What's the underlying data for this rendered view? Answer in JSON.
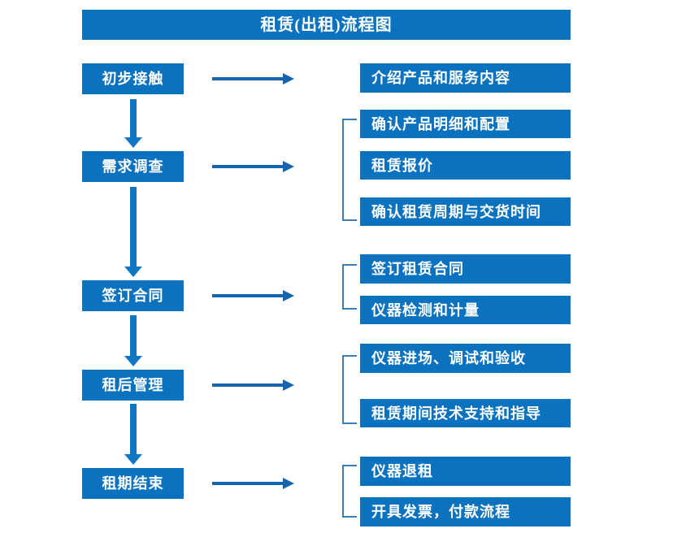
{
  "diagram": {
    "title": "租赁(出租)流程图",
    "colors": {
      "box_fill": "#0B72C0",
      "box_text": "#FFFFFF",
      "arrow": "#1565AE",
      "v_arrow": "#1077C4",
      "bracket": "#3E7CB1",
      "background": "#FFFFFF"
    },
    "stages": [
      {
        "label": "初步接触"
      },
      {
        "label": "需求调查"
      },
      {
        "label": "签订合同"
      },
      {
        "label": "租后管理"
      },
      {
        "label": "租期结束"
      }
    ],
    "details": [
      {
        "label": "介绍产品和服务内容"
      },
      {
        "label": "确认产品明细和配置"
      },
      {
        "label": "租赁报价"
      },
      {
        "label": "确认租赁周期与交货时间"
      },
      {
        "label": "签订租赁合同"
      },
      {
        "label": "仪器检测和计量"
      },
      {
        "label": "仪器进场、调试和验收"
      },
      {
        "label": "租赁期间技术支持和指导"
      },
      {
        "label": "仪器退租"
      },
      {
        "label": "开具发票，付款流程"
      }
    ]
  }
}
